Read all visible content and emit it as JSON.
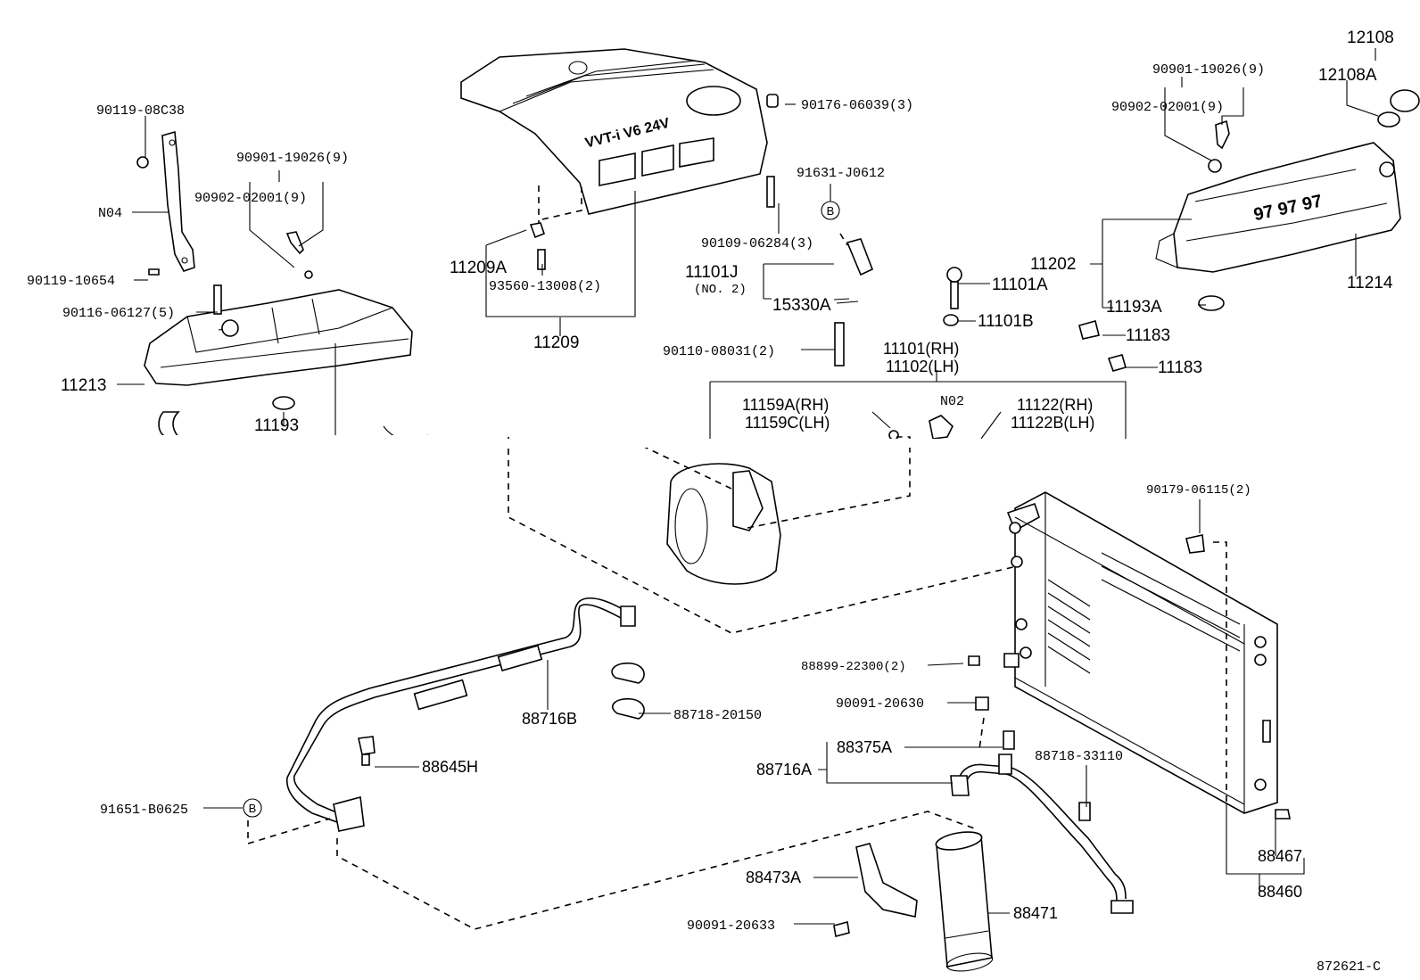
{
  "diagram_id": "872621-C",
  "labels": {
    "p90119_08C38": "90119-08C38",
    "n04": "N04",
    "p90901_19026_l": "90901-19026(9)",
    "p90902_02001_l": "90902-02001(9)",
    "p90119_10654": "90119-10654",
    "p90116_06127": "90116-06127(5)",
    "p11213": "11213",
    "p11193": "11193",
    "p11209A": "11209A",
    "p93560_13008": "93560-13008(2)",
    "p11209": "11209",
    "p90176_06039": "90176-06039(3)",
    "p91631_J0612": "91631-J0612",
    "p90109_06284": "90109-06284(3)",
    "p11101J": "11101J",
    "p11101J_note": "(NO. 2)",
    "p15330A": "15330A",
    "p90110_08031": "90110-08031(2)",
    "p11101_rh": "11101(RH)",
    "p11102_lh": "11102(LH)",
    "p11159A_rh": "11159A(RH)",
    "p11159C_lh": "11159C(LH)",
    "n02": "N02",
    "p11122_rh": "11122(RH)",
    "p11122B_lh": "11122B(LH)",
    "p11101A": "11101A",
    "p11101B": "11101B",
    "p90901_19026_r": "90901-19026(9)",
    "p90902_02001_r": "90902-02001(9)",
    "p12108": "12108",
    "p12108A": "12108A",
    "p11202": "11202",
    "p11214": "11214",
    "p11193A": "11193A",
    "p11183_a": "11183",
    "p11183_b": "11183",
    "p90179_06115": "90179-06115(2)",
    "p88716B": "88716B",
    "p88718_20150": "88718-20150",
    "p88645H": "88645H",
    "p91651_B0625": "91651-B0625",
    "p88899_22300": "88899-22300(2)",
    "p90091_20630": "90091-20630",
    "p88375A": "88375A",
    "p88716A": "88716A",
    "p88718_33110": "88718-33110",
    "p88473A": "88473A",
    "p90091_20633": "90091-20633",
    "p88471": "88471",
    "p88467": "88467",
    "p88460": "88460",
    "callout_b": "B"
  }
}
